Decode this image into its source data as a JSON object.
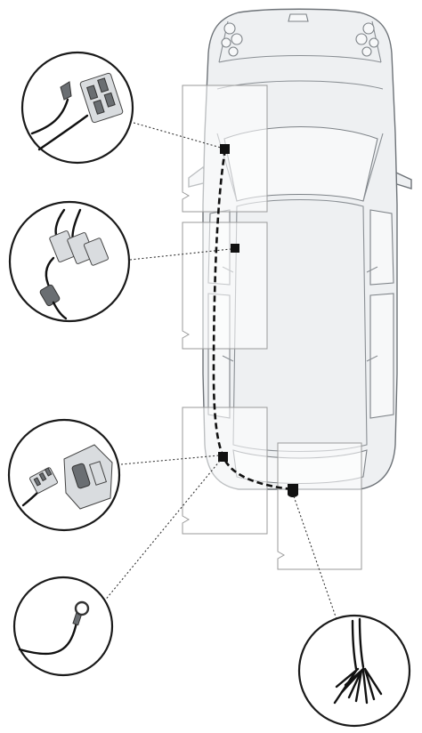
{
  "diagram": {
    "subject": "vehicle-wiring-harness-layout",
    "colors": {
      "harness": "#111111",
      "car_outline": "#6e7378",
      "car_fill": "#eef0f2",
      "circle_stroke": "#1a1a1a",
      "panel_stroke": "#9a9a9a"
    },
    "details": [
      {
        "id": "front-connector",
        "icon": "multi-pin-connector-icon"
      },
      {
        "id": "relay-module",
        "icon": "relay-module-icon"
      },
      {
        "id": "rear-socket-plug",
        "icon": "socket-plug-icon"
      },
      {
        "id": "ground-eyelet",
        "icon": "ring-terminal-icon"
      },
      {
        "id": "loose-wire-ends",
        "icon": "wire-bundle-icon"
      }
    ]
  }
}
